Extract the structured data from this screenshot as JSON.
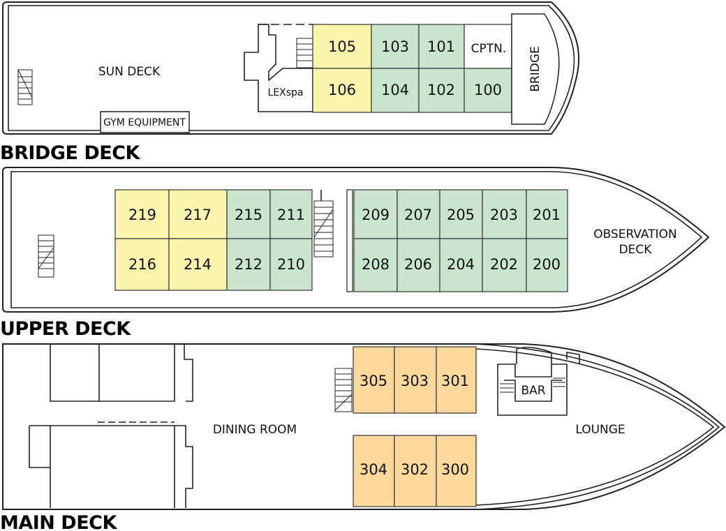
{
  "colors": {
    "suite": "#fbf6ae",
    "standard": "#c9e5cd",
    "main": "#fbd99c",
    "outline": "#222222"
  },
  "bridge_deck": {
    "title": "BRIDGE DECK",
    "sun_deck": "SUN DECK",
    "gym": "GYM EQUIPMENT",
    "spa": "LEXspa",
    "captain": "CPTN.",
    "bridge": "BRIDGE",
    "cabins": {
      "c105": "105",
      "c103": "103",
      "c101": "101",
      "c106": "106",
      "c104": "104",
      "c102": "102",
      "c100": "100"
    }
  },
  "upper_deck": {
    "title": "UPPER DECK",
    "observation_1": "OBSERVATION",
    "observation_2": "DECK",
    "cabins": {
      "c219": "219",
      "c217": "217",
      "c215": "215",
      "c211": "211",
      "c216": "216",
      "c214": "214",
      "c212": "212",
      "c210": "210",
      "c209": "209",
      "c207": "207",
      "c205": "205",
      "c203": "203",
      "c201": "201",
      "c208": "208",
      "c206": "206",
      "c204": "204",
      "c202": "202",
      "c200": "200"
    }
  },
  "main_deck": {
    "title": "MAIN DECK",
    "dining": "DINING ROOM",
    "lounge": "LOUNGE",
    "bar": "BAR",
    "cabins": {
      "c305": "305",
      "c303": "303",
      "c301": "301",
      "c304": "304",
      "c302": "302",
      "c300": "300"
    }
  }
}
